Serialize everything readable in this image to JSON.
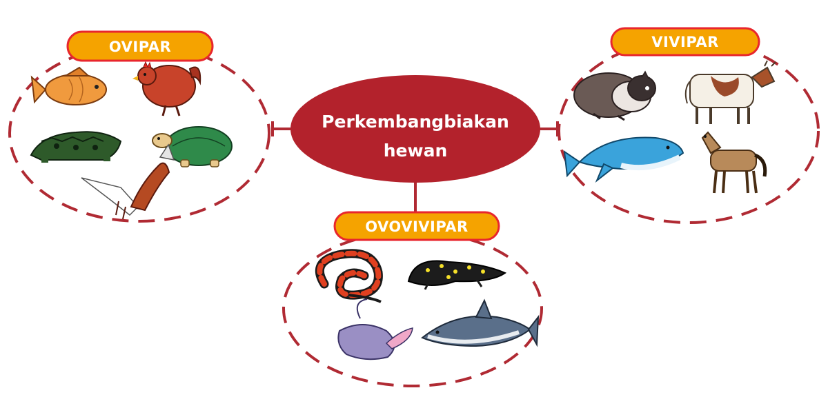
{
  "center": {
    "line1": "Perkembangbiakan",
    "line2": "hewan"
  },
  "groups": {
    "ovipar": {
      "label": "OVIPAR",
      "animals": [
        "fish",
        "hen",
        "crocodile",
        "turtle",
        "bird"
      ]
    },
    "vivipar": {
      "label": "VIVIPAR",
      "animals": [
        "guinea-pig",
        "cow",
        "whale",
        "horse"
      ]
    },
    "ovovivipar": {
      "label": "OVOVIVIPAR",
      "animals": [
        "snake",
        "salamander",
        "stingray",
        "shark"
      ]
    }
  },
  "colors": {
    "dash": "#b02a33",
    "center_fill": "#b3222c",
    "pill_fill": "#f5a300",
    "pill_border": "#e8262d",
    "center_text": "#ffffff"
  }
}
